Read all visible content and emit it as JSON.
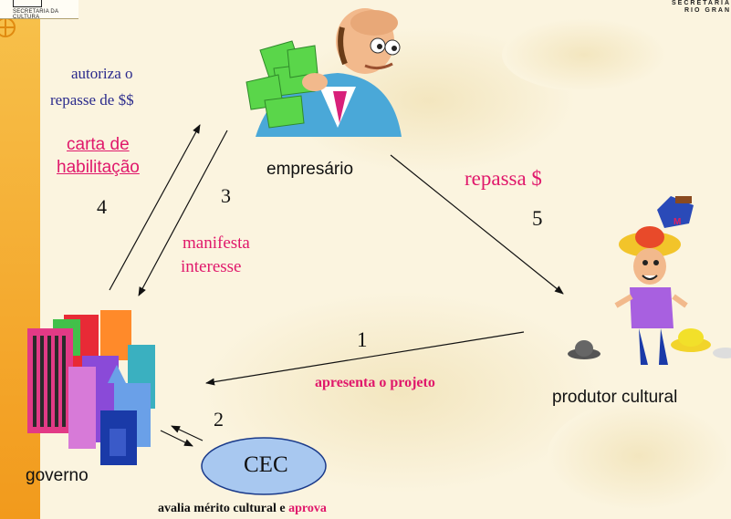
{
  "header": {
    "left_text": "SECRETARIA DA CULTURA",
    "right_line1": "SECRETARIA",
    "right_line2": "RIO GRAN"
  },
  "nodes": {
    "empresario": "empresário",
    "governo": "governo",
    "produtor": "produtor cultural",
    "cec": "CEC"
  },
  "labels": {
    "autoriza_line1": "autoriza o",
    "autoriza_line2": "repasse de $$",
    "carta_line1": "carta de",
    "carta_line2": "habilitação",
    "step4": "4",
    "step3": "3",
    "manifesta_line1": "manifesta",
    "manifesta_line2": "interesse",
    "repassa": "repassa $",
    "step5": "5",
    "step1": "1",
    "apresenta": "apresenta o projeto",
    "step2": "2",
    "avalia": "avalia mérito cultural e",
    "aprova": "aprova"
  },
  "colors": {
    "accent_pink": "#e0186b",
    "navy_text": "#2a2a8c",
    "cec_fill": "#a8c8f0",
    "left_bar": "#f2a626"
  }
}
